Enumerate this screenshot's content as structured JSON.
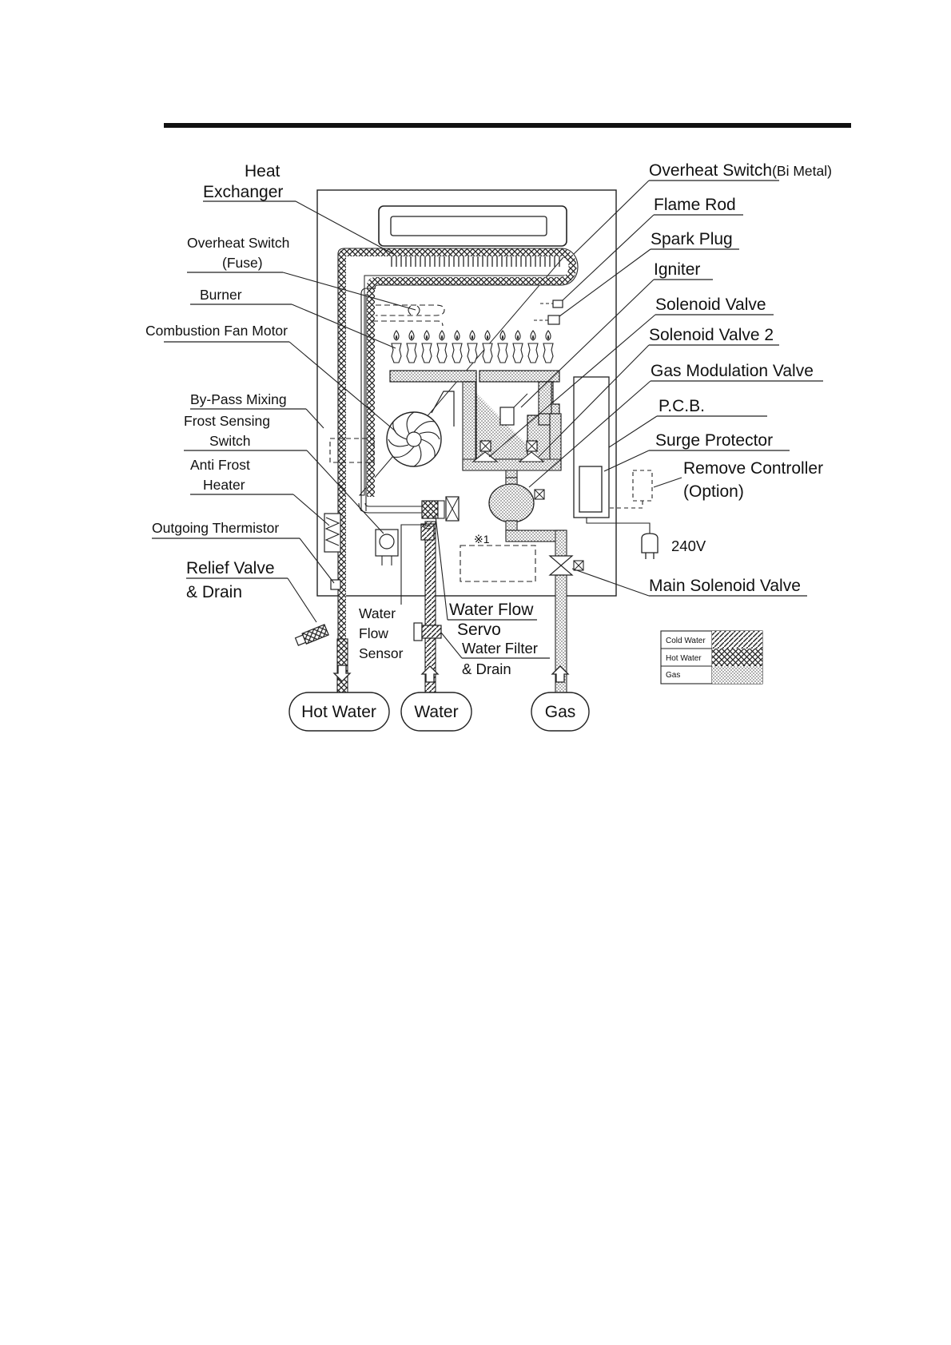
{
  "labels": {
    "heat_exchanger_1": "Heat",
    "heat_exchanger_2": "Exchanger",
    "overheat_fuse_1": "Overheat Switch",
    "overheat_fuse_2": "(Fuse)",
    "burner": "Burner",
    "combustion_fan": "Combustion Fan Motor",
    "bypass_mixing": "By-Pass Mixing",
    "frost_sensing_1": "Frost Sensing",
    "frost_sensing_2": "Switch",
    "anti_frost_1": "Anti Frost",
    "anti_frost_2": "Heater",
    "outgoing_thermistor": "Outgoing Thermistor",
    "relief_valve_1": "Relief Valve",
    "relief_valve_2": "& Drain",
    "water_flow_sensor_1": "Water",
    "water_flow_sensor_2": "Flow",
    "water_flow_sensor_3": "Sensor",
    "water_flow_servo_1": "Water Flow",
    "water_flow_servo_2": "Servo",
    "water_filter_1": "Water Filter",
    "water_filter_2": "& Drain",
    "overheat_bimetal": "Overheat Switch",
    "overheat_bimetal_sub": "(Bi Metal)",
    "flame_rod": "Flame Rod",
    "spark_plug": "Spark Plug",
    "igniter": "Igniter",
    "solenoid_valve": "Solenoid Valve",
    "solenoid_valve_2": "Solenoid Valve 2",
    "gas_modulation_valve": "Gas Modulation Valve",
    "pcb": "P.C.B.",
    "surge_protector": "Surge Protector",
    "remove_controller_1": "Remove Controller",
    "remove_controller_2": "(Option)",
    "voltage": "240V",
    "main_solenoid_valve": "Main Solenoid Valve",
    "note_mark": "※1"
  },
  "connections": {
    "hot_water": "Hot Water",
    "water": "Water",
    "gas": "Gas"
  },
  "legend": {
    "cold_water": "Cold Water",
    "hot_water": "Hot Water",
    "gas": "Gas"
  }
}
